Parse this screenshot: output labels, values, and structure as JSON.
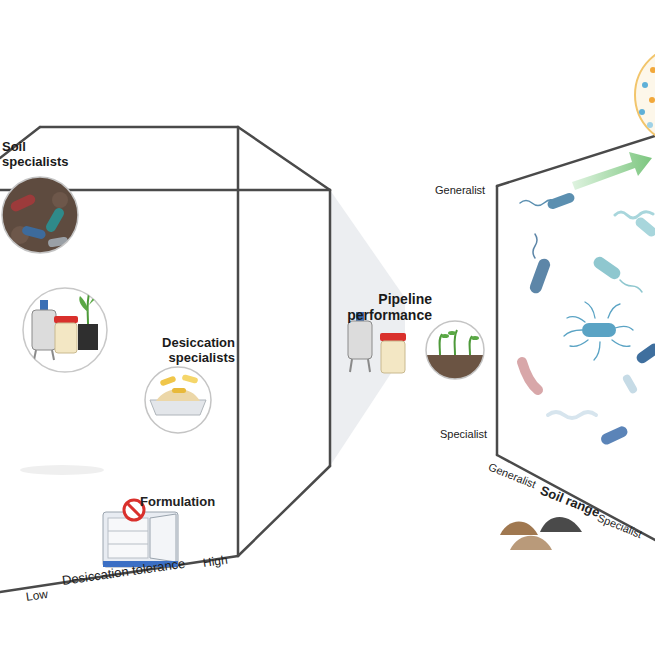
{
  "diagram": {
    "nodes": [
      {
        "text": [
          "Soil specialists"
        ]
      },
      {
        "text": [
          "Desiccation specialists"
        ]
      },
      {
        "text": [
          "Pipeline performance"
        ]
      }
    ],
    "labels": [
      "Low",
      "Desiccation tolerance",
      "High",
      "Formulation",
      "Generalist",
      "Specialist",
      "Generalist",
      "Soil range",
      "Specialist"
    ]
  }
}
